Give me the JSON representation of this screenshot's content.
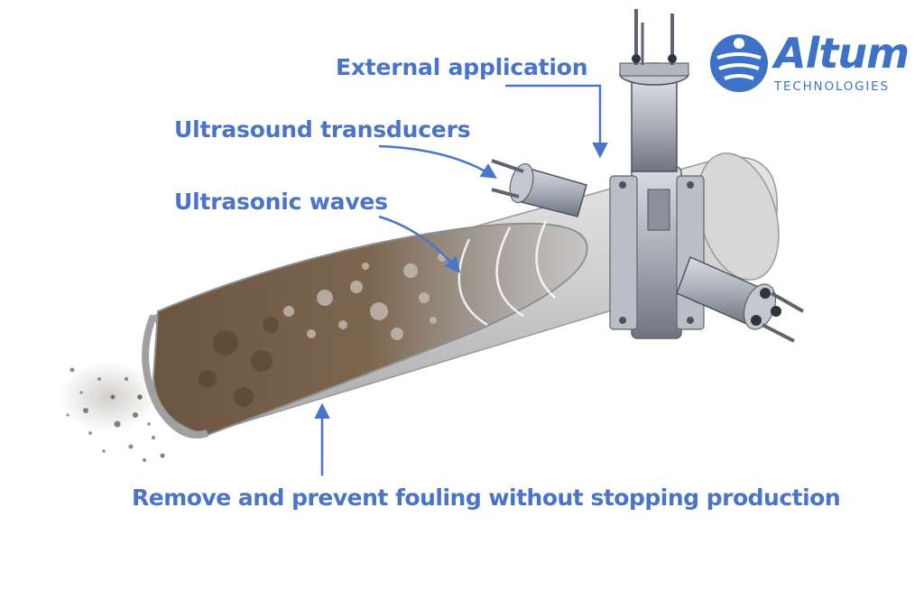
{
  "labels": {
    "external_application": "External application",
    "ultrasound_transducers": "Ultrasound transducers",
    "ultrasonic_waves": "Ultrasonic waves",
    "caption": "Remove and prevent fouling without stopping production"
  },
  "brand": {
    "name": "Altum",
    "subtitle": "TECHNOLOGIES",
    "color": "#3d72c7"
  },
  "colors": {
    "label_text": "#4a74c9",
    "arrow": "#4a74c9",
    "pipe_outer": "#c9c9c9",
    "fouling": "#6f5a45"
  },
  "icons": {
    "logo": "altum-wave-logo-icon"
  }
}
